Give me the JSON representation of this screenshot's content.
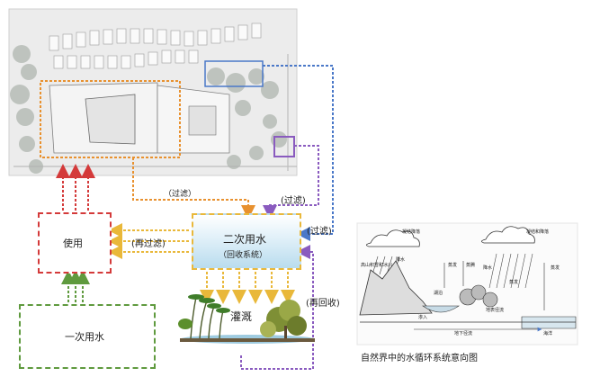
{
  "nodes": {
    "use": "使用",
    "primary_water": "一次用水",
    "secondary_water": "二次用水",
    "recycle_system": "（回收系统）",
    "irrigation": "灌溉"
  },
  "edge_labels": {
    "filter_top": "（过滤）",
    "filter_purple": "(过滤)",
    "filter_blue": "(过滤)",
    "refilter": "(再过滤)",
    "recycle": "(再回收)"
  },
  "cycle_figure": {
    "caption": "自然界中的水循环系统意向图",
    "labels": {
      "condense_left": "凝结降落",
      "condense_right": "凝结和降落",
      "ice_snow": "高山积雪和冰川",
      "rain_left": "降水",
      "rain_mid": "降水",
      "evap_left": "蒸发",
      "evap_mid": "蒸发",
      "evap_right": "蒸发",
      "transpire": "蒸腾",
      "lake": "湖泊",
      "surface_runoff": "地表径流",
      "infiltration": "渗入",
      "groundwater": "地下径流",
      "ocean": "海洋"
    }
  },
  "colors": {
    "red": "#d43a3a",
    "orange": "#e8912f",
    "yellow": "#e9b83a",
    "green": "#5f9a3e",
    "blue": "#4a78c8",
    "purple": "#8a5bbf",
    "water": "#b9dcee"
  }
}
